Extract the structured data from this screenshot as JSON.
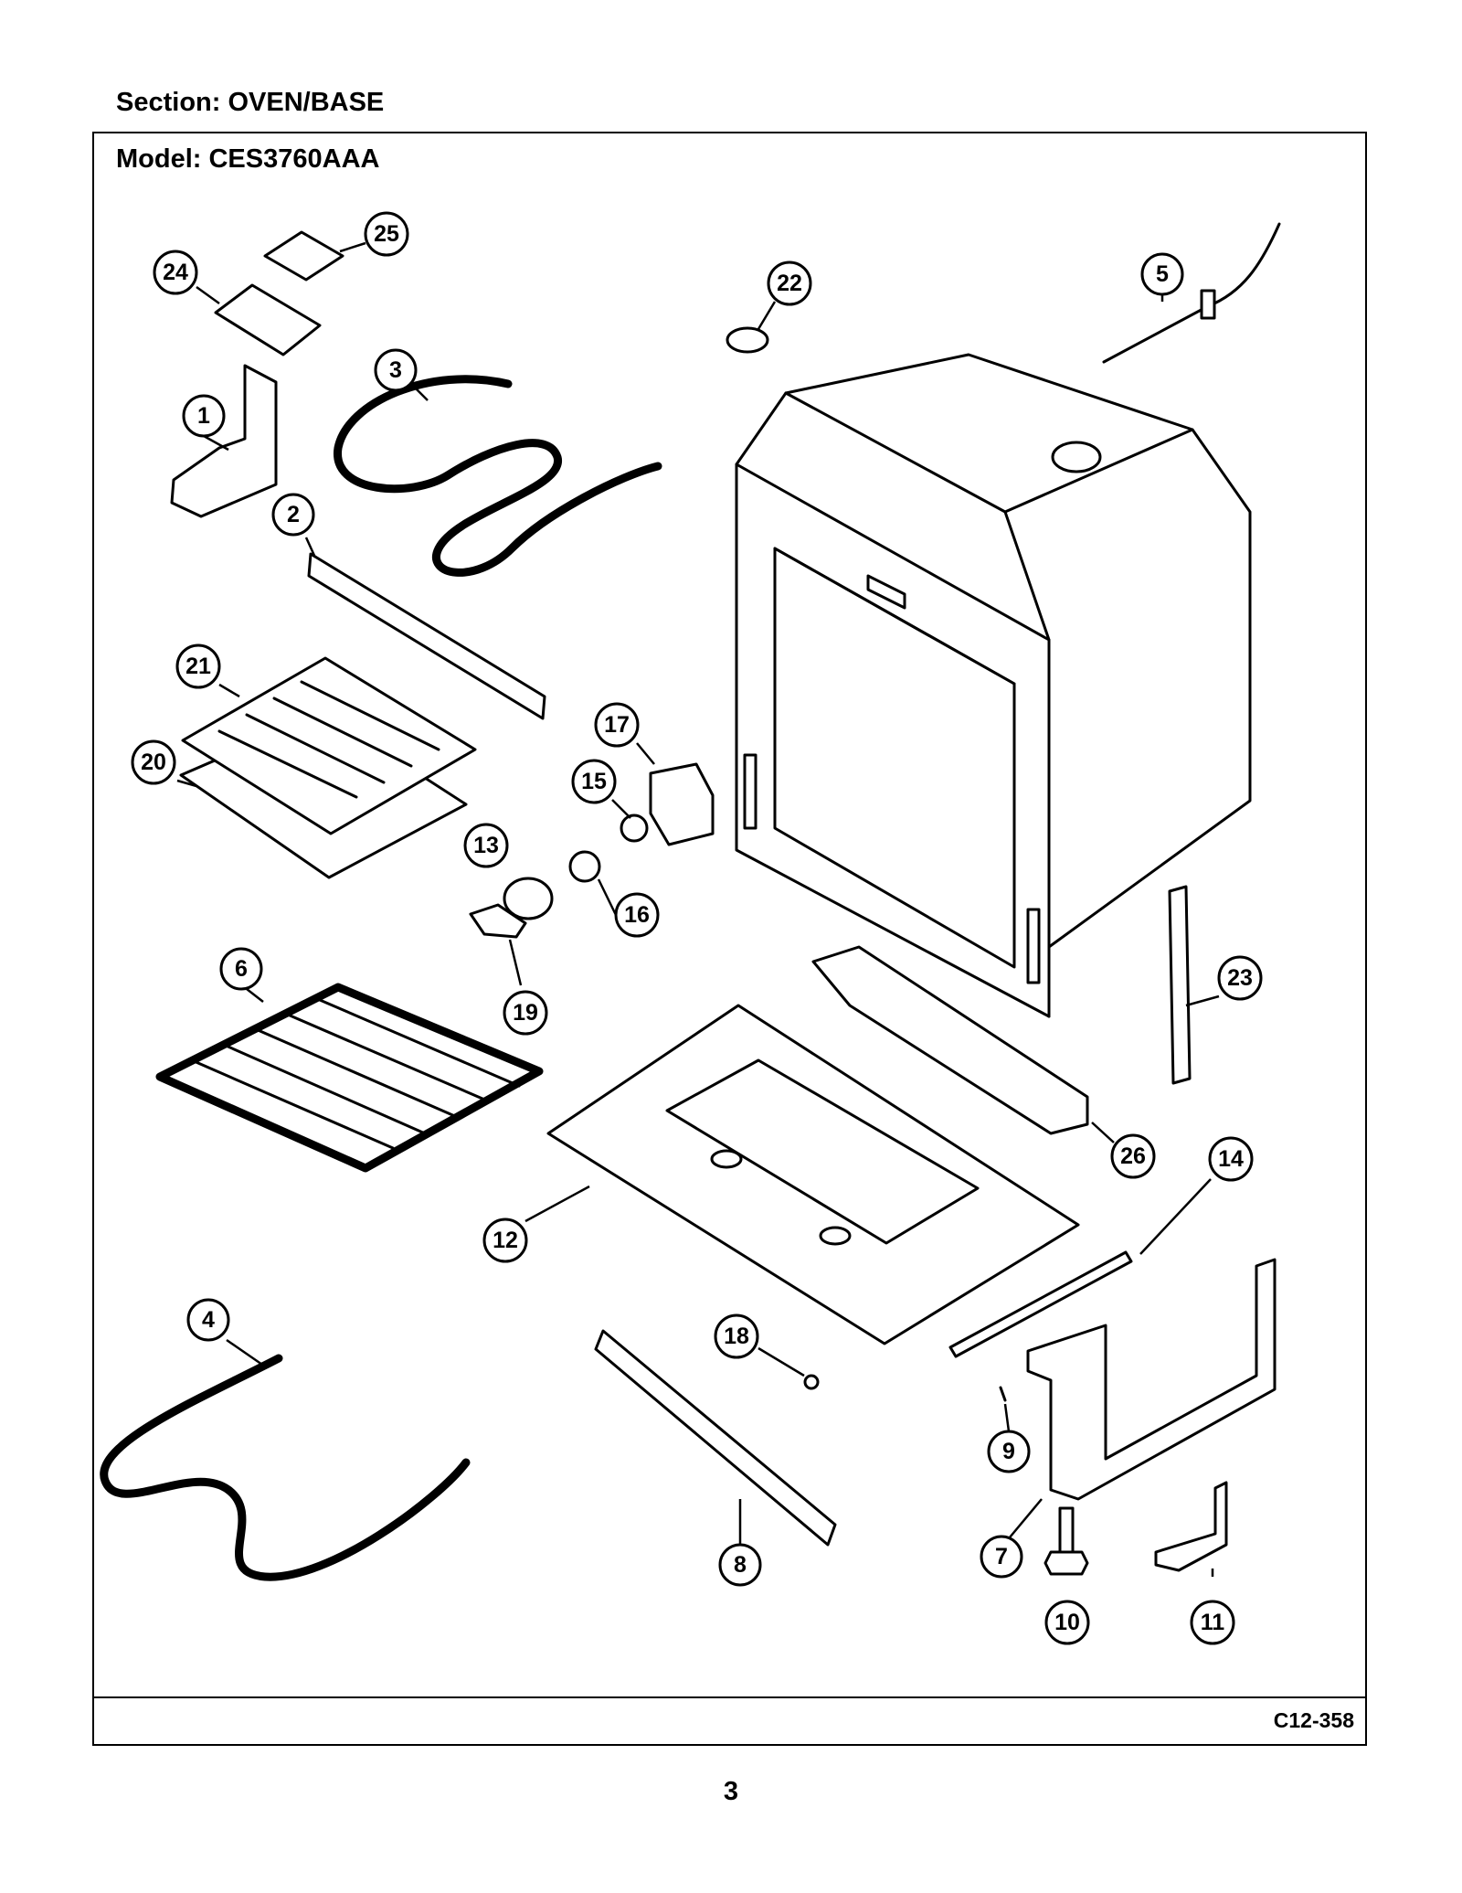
{
  "header": {
    "section": "Section:  OVEN/BASE"
  },
  "frame": {
    "model": "Model:  CES3760AAA",
    "code": "C12-358"
  },
  "page_number": "3",
  "callouts": [
    "1",
    "2",
    "3",
    "4",
    "5",
    "6",
    "7",
    "8",
    "9",
    "10",
    "11",
    "12",
    "13",
    "14",
    "15",
    "16",
    "17",
    "18",
    "19",
    "20",
    "21",
    "22",
    "23",
    "24",
    "25",
    "26"
  ]
}
